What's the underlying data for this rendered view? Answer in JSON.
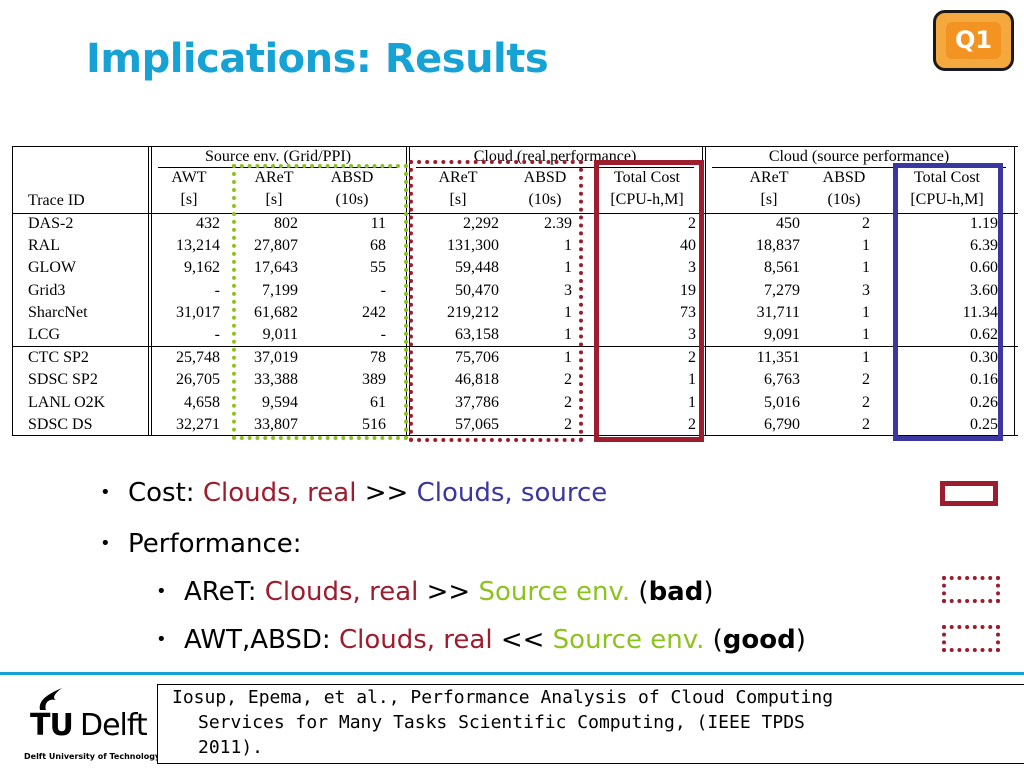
{
  "title": "Implications: Results",
  "badge": "Q1",
  "table": {
    "groups": [
      "Source env. (Grid/PPI)",
      "Cloud (real performance)",
      "Cloud (source performance)"
    ],
    "trace_header": "Trace ID",
    "col_headers": [
      [
        "AWT",
        "[s]"
      ],
      [
        "AReT",
        "[s]"
      ],
      [
        "ABSD",
        "(10s)"
      ],
      [
        "AReT",
        "[s]"
      ],
      [
        "ABSD",
        "(10s)"
      ],
      [
        "Total Cost",
        "[CPU-h,M]"
      ],
      [
        "AReT",
        "[s]"
      ],
      [
        "ABSD",
        "(10s)"
      ],
      [
        "Total Cost",
        "[CPU-h,M]"
      ]
    ],
    "rows": [
      [
        "DAS-2",
        "432",
        "802",
        "11",
        "2,292",
        "2.39",
        "2",
        "450",
        "2",
        "1.19"
      ],
      [
        "RAL",
        "13,214",
        "27,807",
        "68",
        "131,300",
        "1",
        "40",
        "18,837",
        "1",
        "6.39"
      ],
      [
        "GLOW",
        "9,162",
        "17,643",
        "55",
        "59,448",
        "1",
        "3",
        "8,561",
        "1",
        "0.60"
      ],
      [
        "Grid3",
        "-",
        "7,199",
        "-",
        "50,470",
        "3",
        "19",
        "7,279",
        "3",
        "3.60"
      ],
      [
        "SharcNet",
        "31,017",
        "61,682",
        "242",
        "219,212",
        "1",
        "73",
        "31,711",
        "1",
        "11.34"
      ],
      [
        "LCG",
        "-",
        "9,011",
        "-",
        "63,158",
        "1",
        "3",
        "9,091",
        "1",
        "0.62"
      ],
      [
        "CTC SP2",
        "25,748",
        "37,019",
        "78",
        "75,706",
        "1",
        "2",
        "11,351",
        "1",
        "0.30"
      ],
      [
        "SDSC SP2",
        "26,705",
        "33,388",
        "389",
        "46,818",
        "2",
        "1",
        "6,763",
        "2",
        "0.16"
      ],
      [
        "LANL O2K",
        "4,658",
        "9,594",
        "61",
        "37,786",
        "2",
        "1",
        "5,016",
        "2",
        "0.26"
      ],
      [
        "SDSC DS",
        "32,271",
        "33,807",
        "516",
        "57,065",
        "2",
        "2",
        "6,790",
        "2",
        "0.25"
      ]
    ]
  },
  "bullets": {
    "cost": {
      "label": "Cost: ",
      "a": "Clouds, real",
      "op": " >> ",
      "b": "Clouds, source"
    },
    "performance": {
      "label": "Performance:"
    },
    "aret": {
      "label": "AReT: ",
      "a": "Clouds, real",
      "op": " >> ",
      "b": "Source env.",
      "open": " (",
      "verdict": "bad",
      "close": ")"
    },
    "awt": {
      "label": "AWT,ABSD: ",
      "a": "Clouds, real",
      "op": " << ",
      "b": "Source env.",
      "open": " (",
      "verdict": "good",
      "close": ")"
    }
  },
  "logo": {
    "tu": "TU",
    "delft": "Delft",
    "sub": "Delft University of Technology"
  },
  "citation": {
    "line1": "Iosup, Epema, et al., Performance Analysis of Cloud Computing",
    "line2": "Services for Many Tasks Scientific Computing, (IEEE TPDS",
    "line3": "2011)."
  },
  "colors": {
    "title": "#17a2d6",
    "red": "#9d1c2d",
    "blue": "#3a37a0",
    "green": "#8dc21f",
    "badge": "#f39322"
  }
}
